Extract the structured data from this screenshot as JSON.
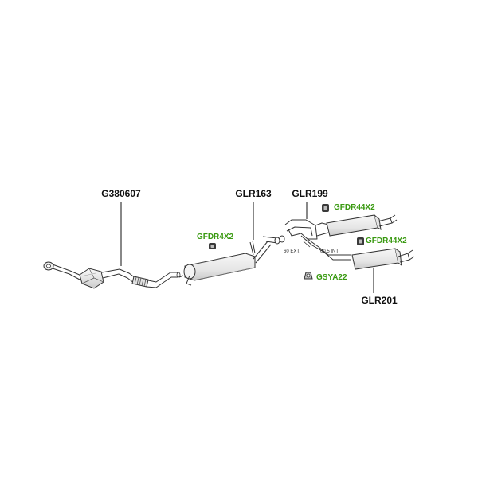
{
  "colors": {
    "part_label": "#111111",
    "accessory_label": "#3a9a12",
    "line": "#333333",
    "body_light": "#f2f2f2",
    "body_shade": "#cfcfcf",
    "hanger": "#333333"
  },
  "labels": {
    "catalytic_converter": "G380607",
    "front_silencer": "GLR163",
    "center_pipe": "GLR199",
    "rear_silencer": "GLR201",
    "hanger_front": "GFDR4X2",
    "hanger_rear_upper": "GFDR44X2",
    "hanger_rear_lower": "GFDR44X2",
    "clamp": "GSYA22",
    "pipe_ext": "60 EXT.",
    "pipe_int": "60.5 INT"
  }
}
